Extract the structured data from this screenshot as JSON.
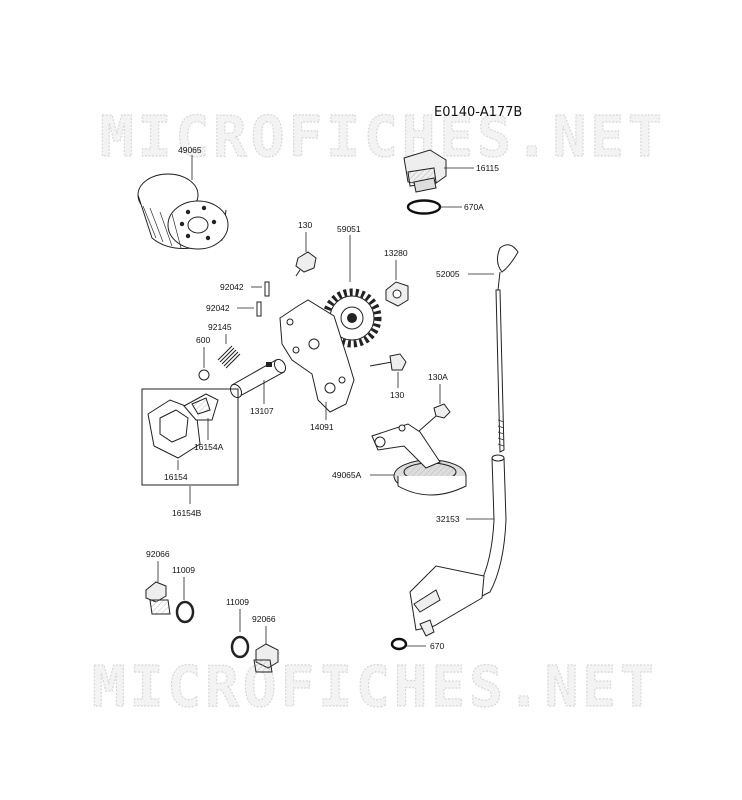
{
  "diagram": {
    "code": "E0140-A177B",
    "watermark_top": "MICROFICHES.NET",
    "watermark_bottom": "MICROFICHES.NET"
  },
  "parts": {
    "p49065": "49065",
    "p16115": "16115",
    "p670A": "670A",
    "p130_top": "130",
    "p59051": "59051",
    "p13280": "13280",
    "p52005": "52005",
    "p92042_a": "92042",
    "p92042_b": "92042",
    "p92145": "92145",
    "p600": "600",
    "p130_mid": "130",
    "p130A": "130A",
    "p13107": "13107",
    "p14091": "14091",
    "p16154A": "16154A",
    "p16154": "16154",
    "p16154B": "16154B",
    "p49065A": "49065A",
    "p32153": "32153",
    "p92066_a": "92066",
    "p11009_a": "11009",
    "p11009_b": "11009",
    "p92066_b": "92066",
    "p670": "670"
  }
}
